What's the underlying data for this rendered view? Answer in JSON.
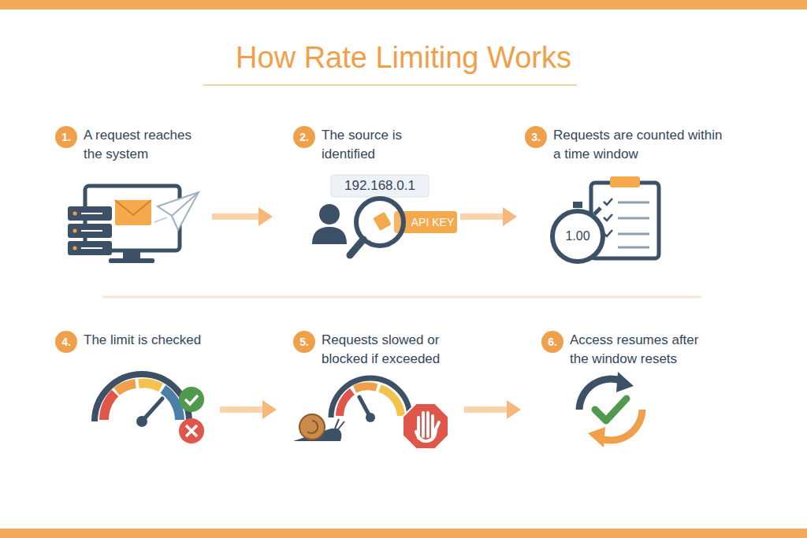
{
  "diagram": {
    "title": "How Rate Limiting Works",
    "nodes": [
      {
        "text": [
          "1.",
          "A request reaches the system"
        ]
      },
      {
        "text": [
          "2.",
          "The source is identified"
        ]
      },
      {
        "text": [
          "3.",
          "Requests are counted within a time window"
        ]
      },
      {
        "text": [
          "4.",
          "The limit is checked"
        ]
      },
      {
        "text": [
          "5.",
          "Requests slowed or blocked if exceeded"
        ]
      },
      {
        "text": [
          "6.",
          "Access resumes after the window resets"
        ]
      }
    ],
    "edges": [
      {
        "from": 0,
        "to": 1,
        "arrow": "to"
      },
      {
        "from": 1,
        "to": 2,
        "arrow": "to"
      },
      {
        "from": 3,
        "to": 4,
        "arrow": "to"
      },
      {
        "from": 4,
        "to": 5,
        "arrow": "to"
      }
    ],
    "labels": [
      "192.168.0.1",
      "API KEY",
      "1.00"
    ]
  }
}
